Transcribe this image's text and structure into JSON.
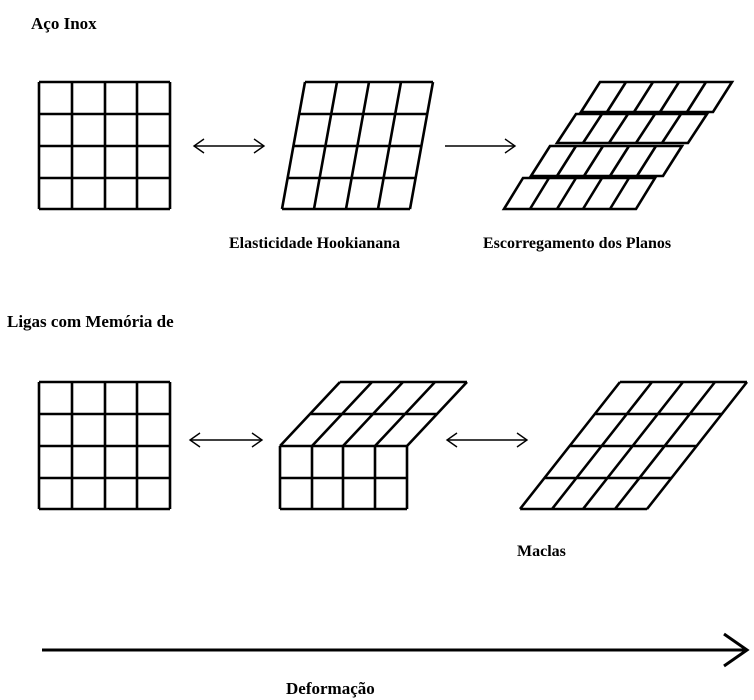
{
  "top_row": {
    "title": "Aço Inox",
    "label_elastic": "Elasticidade Hookianana",
    "label_slip": "Escorregamento dos Planos"
  },
  "bottom_row": {
    "title": "Ligas com Memória de",
    "label_twins": "Maclas"
  },
  "axis": {
    "label": "Deformação"
  }
}
